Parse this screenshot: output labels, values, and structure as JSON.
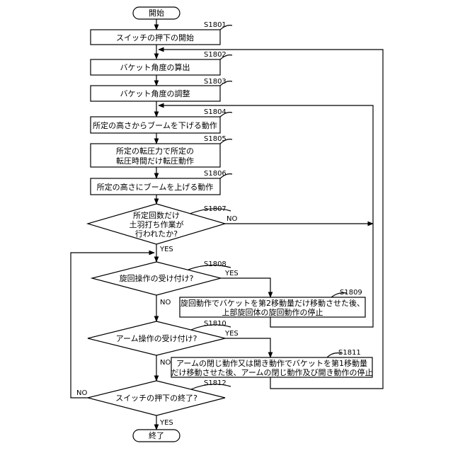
{
  "flowchart": {
    "start": "開始",
    "end": "終了",
    "yes": "YES",
    "no": "NO",
    "steps": {
      "s1801": {
        "id": "S1801",
        "lines": [
          "スイッチの押下の開始"
        ]
      },
      "s1802": {
        "id": "S1802",
        "lines": [
          "バケット角度の算出"
        ]
      },
      "s1803": {
        "id": "S1803",
        "lines": [
          "バケット角度の調整"
        ]
      },
      "s1804": {
        "id": "S1804",
        "lines": [
          "所定の高さからブームを下げる動作"
        ]
      },
      "s1805": {
        "id": "S1805",
        "lines": [
          "所定の転圧力で所定の",
          "転圧時間だけ転圧動作"
        ]
      },
      "s1806": {
        "id": "S1806",
        "lines": [
          "所定の高さにブームを上げる動作"
        ]
      },
      "s1807": {
        "id": "S1807",
        "lines": [
          "所定回数だけ",
          "土羽打ち作業が",
          "行われたか?"
        ]
      },
      "s1808": {
        "id": "S1808",
        "lines": [
          "旋回操作の受け付け?"
        ]
      },
      "s1809": {
        "id": "S1809",
        "lines": [
          "旋回動作でバケットを第2移動量だけ移動させた後、",
          "上部旋回体の旋回動作の停止"
        ]
      },
      "s1810": {
        "id": "S1810",
        "lines": [
          "アーム操作の受け付け?"
        ]
      },
      "s1811": {
        "id": "S1811",
        "lines": [
          "アームの閉じ動作又は開き動作でバケットを第1移動量",
          "だけ移動させた後、アームの閉じ動作及び開き動作の停止"
        ]
      },
      "s1812": {
        "id": "S1812",
        "lines": [
          "スイッチの押下の終了?"
        ]
      }
    }
  }
}
